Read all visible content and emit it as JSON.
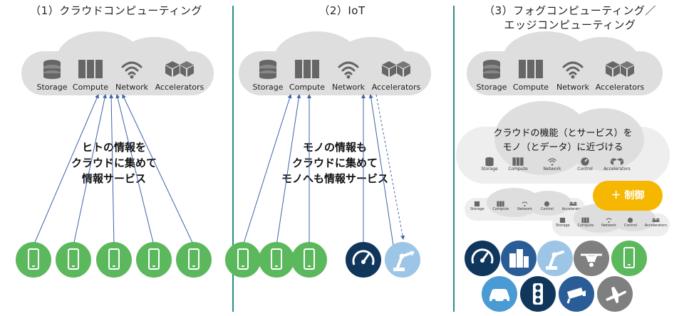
{
  "panel1": {
    "title": "（1）クラウドコンピューティング",
    "resources": [
      "Storage",
      "Compute",
      "Network",
      "Accelerators"
    ],
    "message": [
      "ヒトの情報を",
      "クラウドに集めて",
      "情報サービス"
    ]
  },
  "panel2": {
    "title": "（2）IoT",
    "resources": [
      "Storage",
      "Compute",
      "Network",
      "Accelerators"
    ],
    "message": [
      "モノの情報も",
      "クラウドに集めて",
      "モノへも情報サービス"
    ]
  },
  "panel3": {
    "title_line1": "（3）フォグコンピューティング／",
    "title_line2": "エッジコンピューティング",
    "resources": [
      "Storage",
      "Compute",
      "Network",
      "Accelerators"
    ],
    "fog_message": [
      "クラウドの機能（とサービス）を",
      "モノ（とデータ）に近づける"
    ],
    "fog_resources": [
      "Storage",
      "Compute",
      "Network",
      "Control",
      "Accelerators"
    ],
    "control_bubble": "＋ 制御"
  },
  "colors": {
    "green": "#5cb85c",
    "navy": "#10365b",
    "light_blue": "#9dc5e6",
    "teal_divider": "#2a8d8a",
    "arrow": "#3d64a6",
    "bubble": "#f5b700"
  },
  "icons": [
    "storage-icon",
    "compute-icon",
    "network-icon",
    "accelerators-icon",
    "control-icon",
    "smartphone-icon",
    "gauge-icon",
    "robot-arm-icon",
    "building-icon",
    "drone-icon",
    "car-icon",
    "traffic-light-icon",
    "camera-icon",
    "airplane-icon"
  ]
}
